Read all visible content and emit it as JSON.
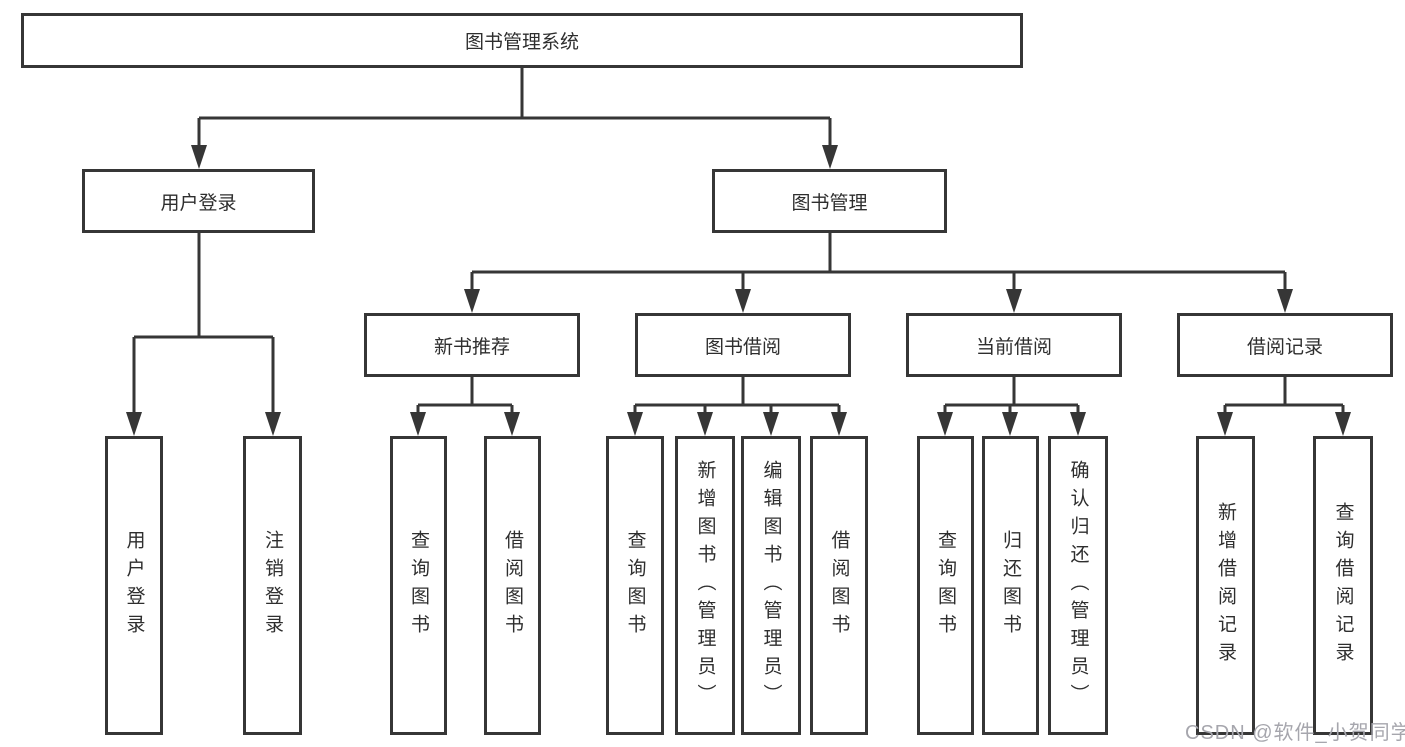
{
  "diagram_title": "图书管理系统",
  "colors": {
    "line": "#363636",
    "box_fill": "#ffffff",
    "text": "#2e2e2e",
    "watermark": "#a6a6ad"
  },
  "tree": {
    "root": {
      "label": "图书管理系统",
      "children": [
        {
          "label": "用户登录",
          "children": [
            {
              "label": "用户登录"
            },
            {
              "label": "注销登录"
            }
          ]
        },
        {
          "label": "图书管理",
          "children": [
            {
              "label": "新书推荐",
              "children": [
                {
                  "label": "查询图书"
                },
                {
                  "label": "借阅图书"
                }
              ]
            },
            {
              "label": "图书借阅",
              "children": [
                {
                  "label": "查询图书"
                },
                {
                  "label": "新增图书（管理员）"
                },
                {
                  "label": "编辑图书（管理员）"
                },
                {
                  "label": "借阅图书"
                }
              ]
            },
            {
              "label": "当前借阅",
              "children": [
                {
                  "label": "查询图书"
                },
                {
                  "label": "归还图书"
                },
                {
                  "label": "确认归还（管理员）"
                }
              ]
            },
            {
              "label": "借阅记录",
              "children": [
                {
                  "label": "新增借阅记录"
                },
                {
                  "label": "查询借阅记录"
                }
              ]
            }
          ]
        }
      ]
    }
  },
  "watermark": "CSDN @软件_小贺同学"
}
